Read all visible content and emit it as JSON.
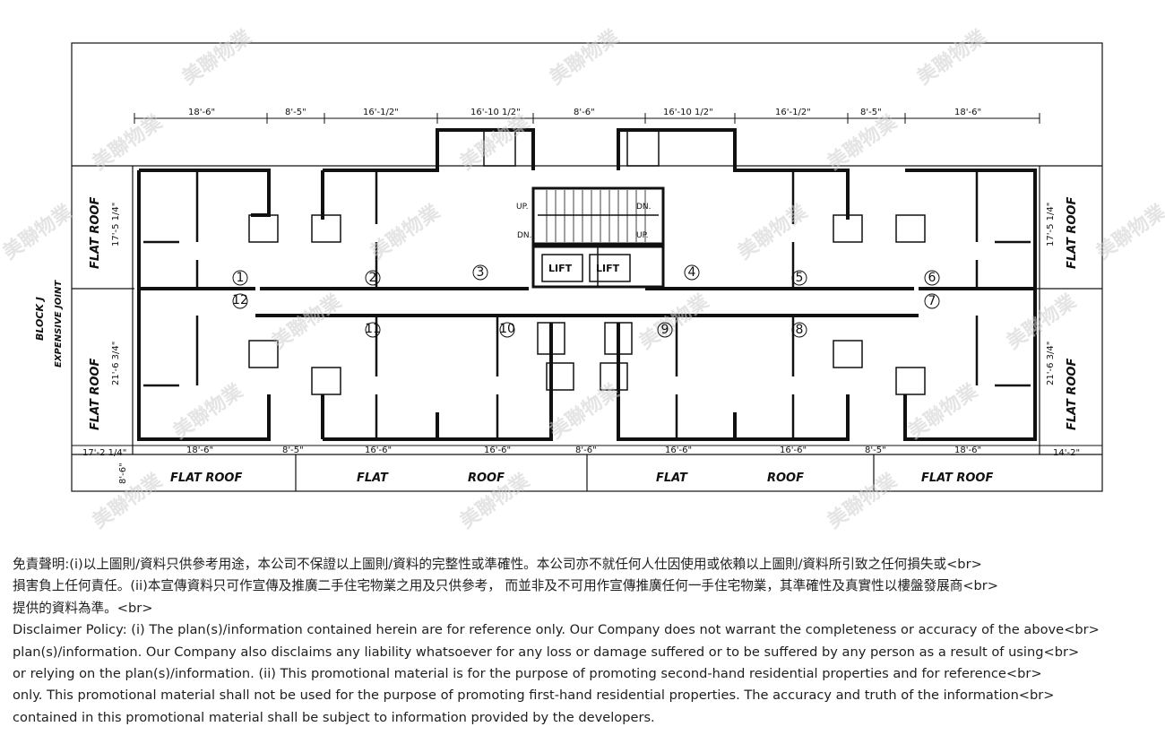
{
  "plan": {
    "block_label": "BLOCK J",
    "joint_label": "EXPENSIVE JOINT",
    "flat_roof": "FLAT ROOF",
    "flat": "FLAT",
    "roof": "ROOF",
    "lift": "LIFT",
    "up": "UP.",
    "dn": "DN.",
    "units": [
      "1",
      "2",
      "3",
      "4",
      "5",
      "6",
      "7",
      "8",
      "9",
      "10",
      "11",
      "12"
    ],
    "top_dims": [
      "18'-6\"",
      "8'-5\"",
      "16'-1/2\"",
      "16'-10 1/2\"",
      "8'-6\"",
      "16'-10 1/2\"",
      "16'-1/2\"",
      "8'-5\"",
      "18'-6\""
    ],
    "bottom_dims": [
      "17'-2 1/4\"",
      "18'-6\"",
      "8'-5\"",
      "16'-6\"",
      "16'-6\"",
      "8'-6\"",
      "16'-6\"",
      "16'-6\"",
      "8'-5\"",
      "18'-6\"",
      "14'-2\""
    ],
    "side_dims": [
      "17'-5 1/4\"",
      "21'-6 3/4\"",
      "17'-5 1/4\"",
      "21'-6 3/4\"",
      "8'-6\""
    ],
    "watermark": "美聯物業"
  },
  "disclaimer": {
    "lines": [
      "免責聲明:(i)以上圖則/資料只供參考用途，本公司不保證以上圖則/資料的完整性或準確性。本公司亦不就任何人仕因使用或依賴以上圖則/資料所引致之任何損失或<br>",
      "損害負上任何責任。(ii)本宣傳資料只可作宣傳及推廣二手住宅物業之用及只供參考， 而並非及不可用作宣傳推廣任何一手住宅物業，其準確性及真實性以樓盤發展商<br>",
      "提供的資料為準。<br>",
      "Disclaimer Policy: (i) The plan(s)/information contained herein are for reference only. Our Company does not warrant the completeness or accuracy of the above<br>",
      "plan(s)/information. Our Company also disclaims any liability whatsoever for any loss or damage suffered or to be suffered by any person as a result of using<br>",
      "or relying on the plan(s)/information. (ii) This promotional material is for the purpose of promoting second-hand residential properties and for reference<br>",
      "only. This promotional material shall not be used for the purpose of promoting first-hand residential properties. The accuracy and truth of the information<br>",
      "contained in this promotional material shall be subject to information provided by the developers."
    ]
  }
}
